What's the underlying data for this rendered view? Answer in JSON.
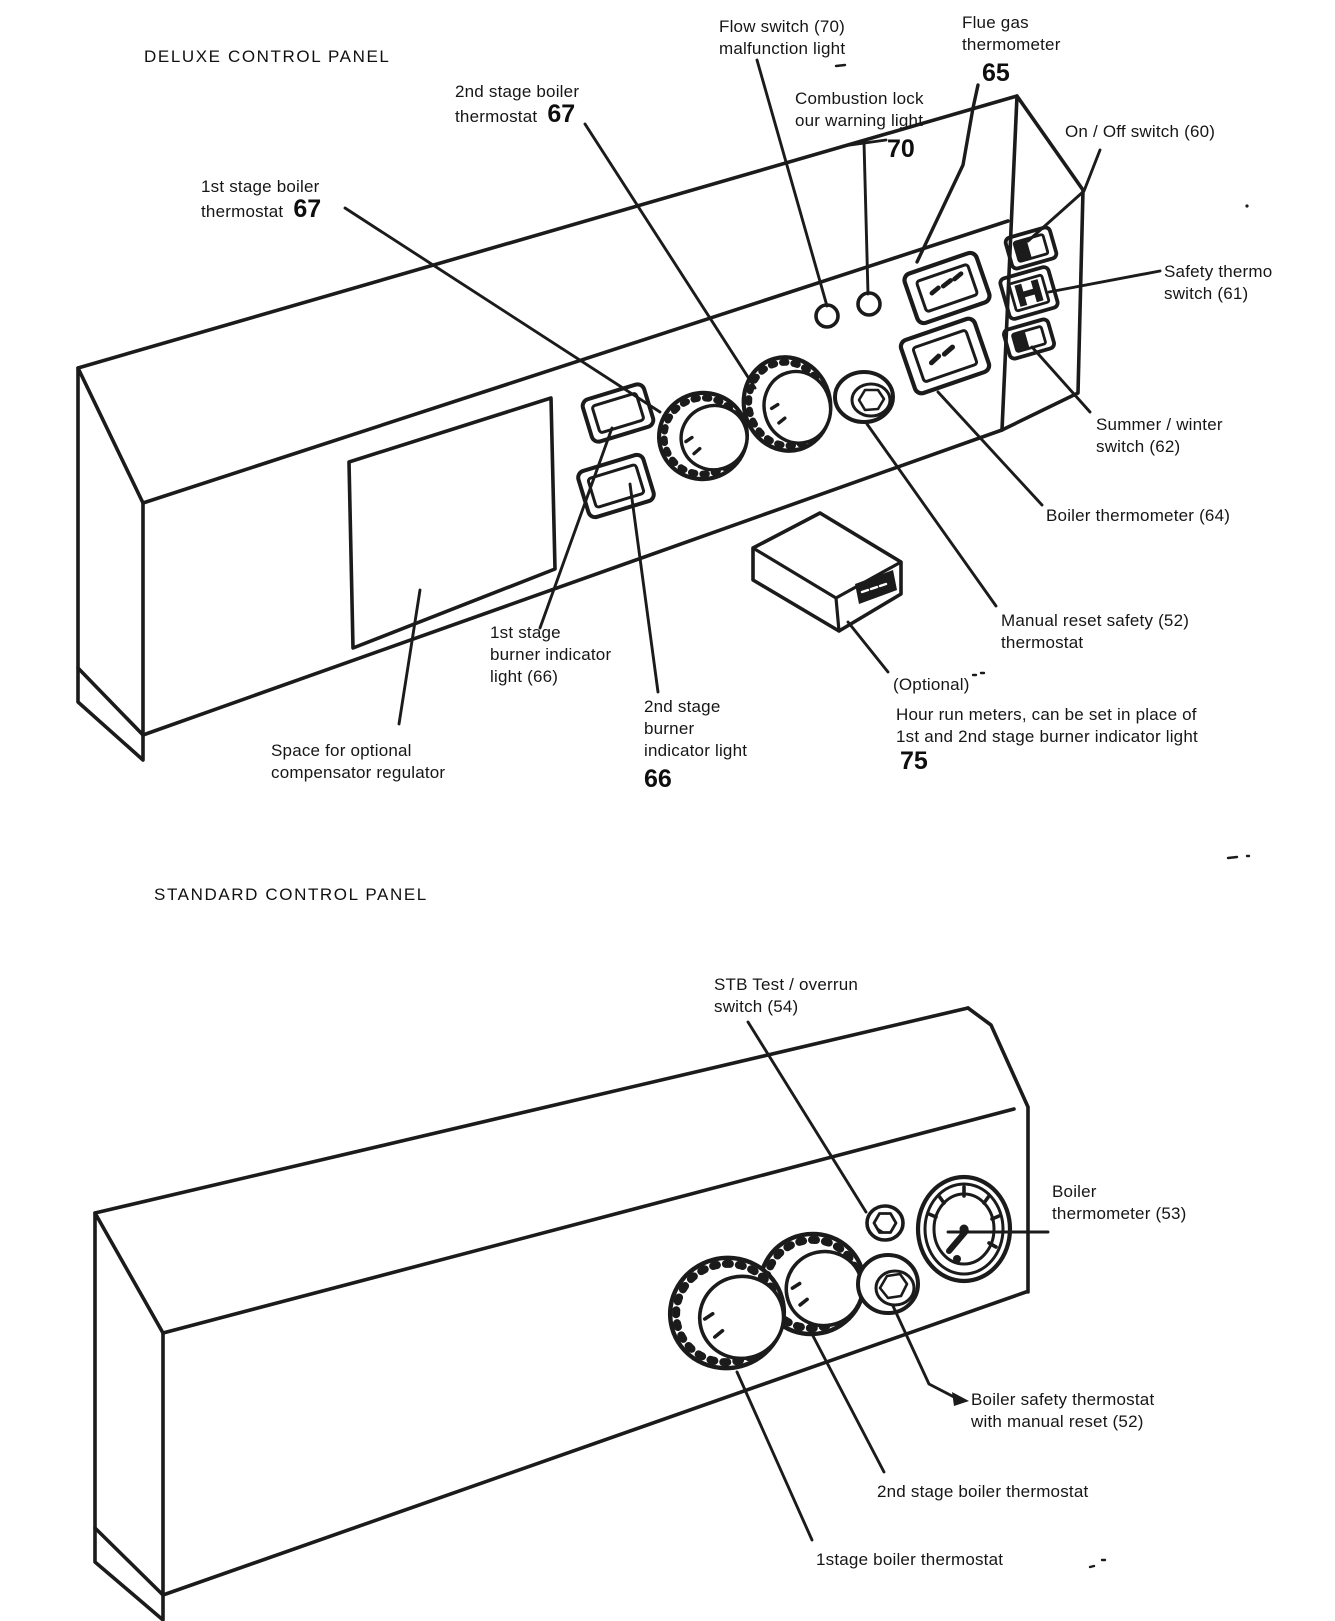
{
  "colors": {
    "ink": "#1b1b1b",
    "paper": "#ffffff"
  },
  "deluxe": {
    "title": "DELUXE CONTROL PANEL",
    "labels": {
      "first_stage_thermostat": {
        "text": "1st stage boiler\nthermostat",
        "num": "67"
      },
      "second_stage_thermostat": {
        "text": "2nd stage boiler\nthermostat",
        "num": "67"
      },
      "flow_switch": {
        "text": "Flow switch (70)\nmalfunction light"
      },
      "flue_gas": {
        "text": "Flue gas\nthermometer",
        "num": "65"
      },
      "combustion_lockout": {
        "text": "Combustion lock\nour warning light",
        "num": "70"
      },
      "on_off": {
        "text": "On / Off switch (60)"
      },
      "safety_switch": {
        "text": "Safety thermo\nswitch (61)"
      },
      "summer_winter": {
        "text": "Summer / winter\nswitch (62)"
      },
      "boiler_thermometer": {
        "text": "Boiler thermometer (64)"
      },
      "manual_reset": {
        "text": "Manual reset safety (52)\nthermostat"
      },
      "optional_note": {
        "text": "(Optional)"
      },
      "hour_meters": {
        "text": "Hour run meters, can be set in place of\n1st and 2nd stage burner indicator light",
        "num": "75"
      },
      "first_burner_light": {
        "text": "1st stage\nburner indicator\nlight (66)"
      },
      "second_burner_light": {
        "text": "2nd stage\nburner\nindicator light",
        "num": "66"
      },
      "compensator": {
        "text": "Space for optional\ncompensator regulator"
      }
    }
  },
  "standard": {
    "title": "STANDARD CONTROL PANEL",
    "labels": {
      "stb_test": {
        "text": "STB Test / overrun\nswitch (54)"
      },
      "boiler_thermometer": {
        "text": "Boiler\nthermometer (53)"
      },
      "safety_reset": {
        "text": "Boiler safety thermostat\nwith manual reset (52)"
      },
      "second_stage": {
        "text": "2nd stage boiler thermostat"
      },
      "first_stage": {
        "text": "1stage boiler thermostat"
      }
    }
  }
}
